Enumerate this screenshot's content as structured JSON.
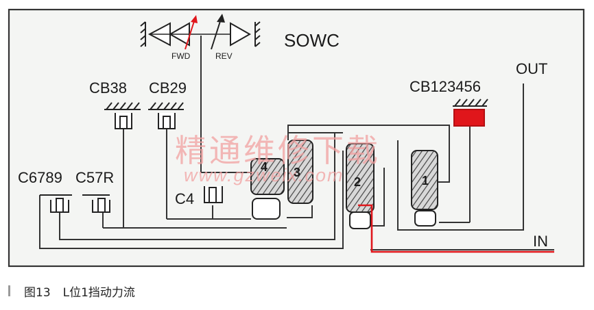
{
  "diagram": {
    "labels": {
      "sowc": "SOWC",
      "fwd": "FWD",
      "rev": "REV",
      "out": "OUT",
      "in": "IN",
      "cb38": "CB38",
      "cb29": "CB29",
      "cb123456": "CB123456",
      "c6789": "C6789",
      "c57r": "C57R",
      "c4": "C4",
      "gear1": "1",
      "gear2": "2",
      "gear3": "3",
      "gear4": "4"
    },
    "watermark": {
      "text": "精通维修下载",
      "url": "www.gzweix.com"
    },
    "colors": {
      "line": "#333333",
      "power_flow": "#e0161b",
      "watermark": "#f2a0a0",
      "frame_fill": "#f4f5f3"
    }
  },
  "caption": {
    "figure_number": "图13",
    "title": "L位1挡动力流"
  }
}
